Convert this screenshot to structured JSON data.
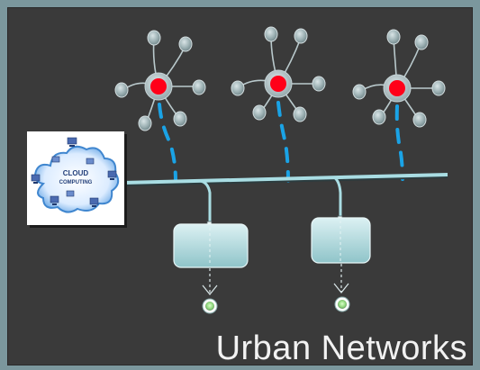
{
  "title": "Urban Networks",
  "cloud_label_line1": "CLOUD",
  "cloud_label_line2": "COMPUTING",
  "colors": {
    "background": "#3a3a3a",
    "frame": "#7b979d",
    "hub": "#ff0019",
    "node": "#8fa7ab",
    "bus": "#a9dde3",
    "link_dashed": "#1aa3e6",
    "box": "#b9dfe2",
    "endpoint": "#9df08a"
  },
  "icons": [
    "cloud-icon",
    "computer-icon",
    "hub-node-icon",
    "leaf-node-icon",
    "server-box-icon",
    "endpoint-icon"
  ]
}
